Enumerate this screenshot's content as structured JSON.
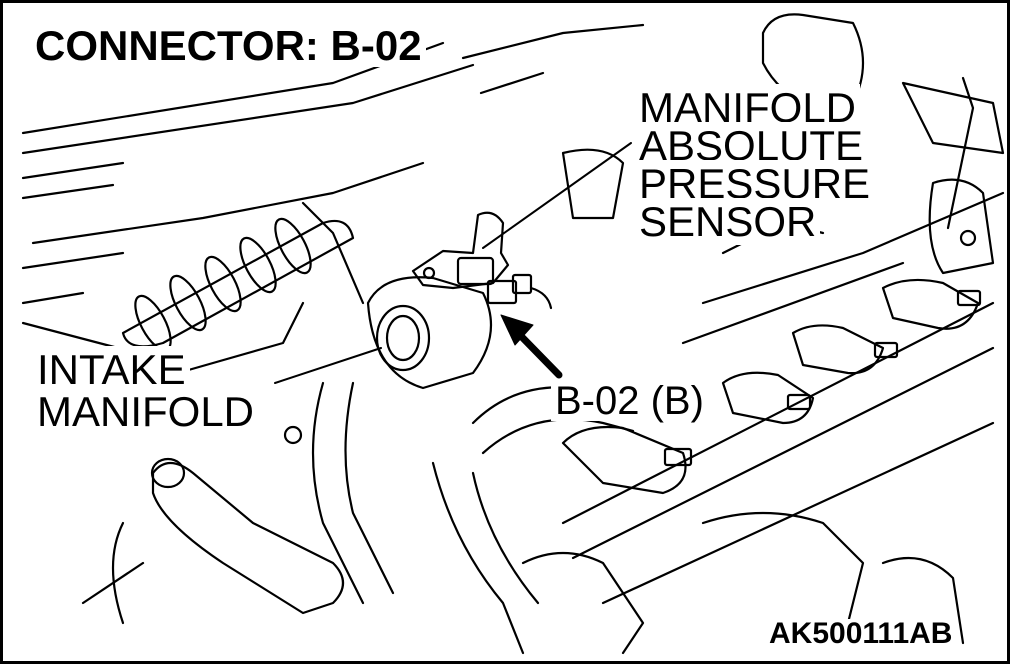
{
  "title": "CONNECTOR: B-02",
  "labels": {
    "sensor_lines": [
      "MANIFOLD",
      "ABSOLUTE",
      "PRESSURE",
      "SENSOR"
    ],
    "intake_lines": [
      "INTAKE",
      "MANIFOLD"
    ],
    "connector": "B-02 (B)"
  },
  "figure_code": "AK500111AB",
  "colors": {
    "line": "#000000",
    "background": "#ffffff"
  }
}
